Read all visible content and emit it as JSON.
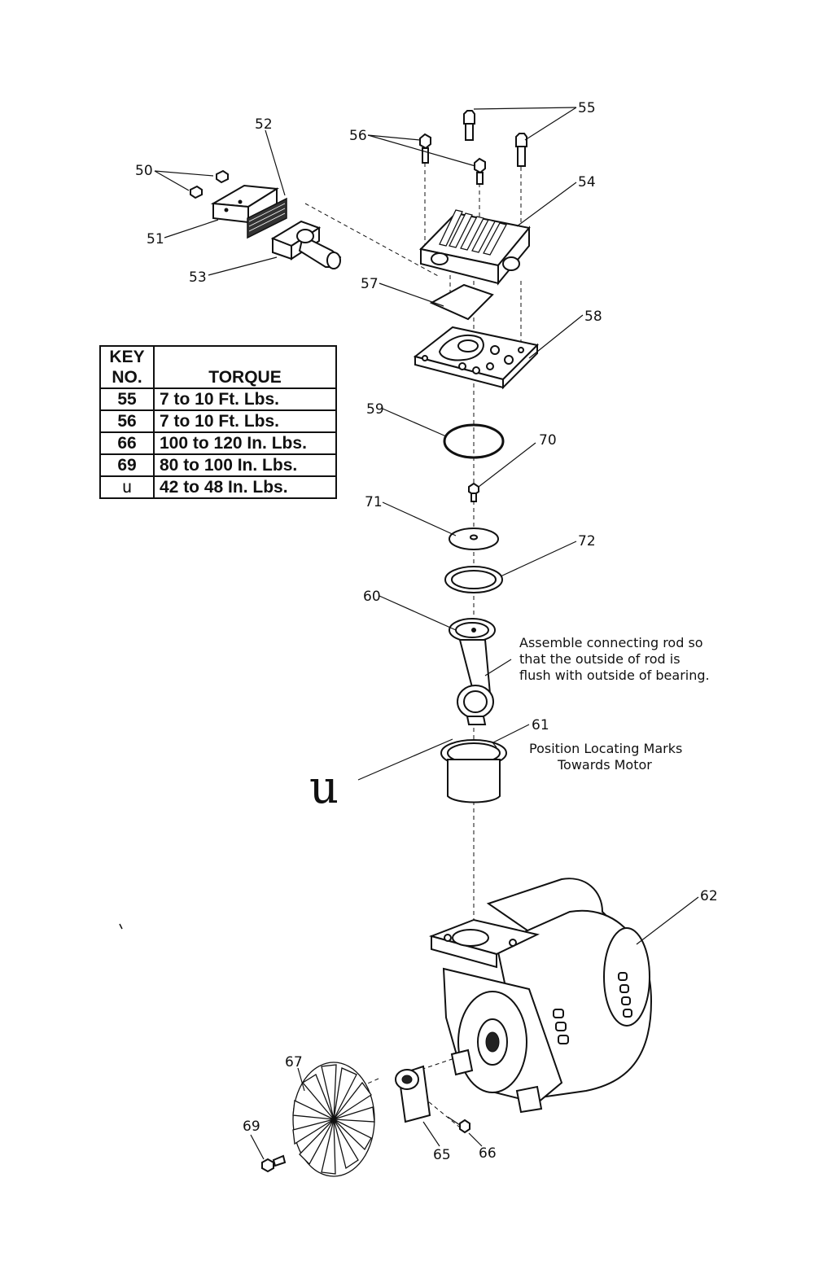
{
  "callouts": {
    "k50": "50",
    "k51": "51",
    "k52": "52",
    "k53": "53",
    "k54": "54",
    "k55": "55",
    "k56": "56",
    "k57": "57",
    "k58": "58",
    "k59": "59",
    "k60": "60",
    "k61": "61",
    "k62": "62",
    "k65": "65",
    "k66": "66",
    "k67": "67",
    "k69": "69",
    "k70": "70",
    "k71": "71",
    "k72": "72"
  },
  "torque_table": {
    "header_key_line1": "KEY",
    "header_key_line2": "NO.",
    "header_torque": "TORQUE",
    "rows": [
      {
        "key": "55",
        "torque": "7 to 10 Ft. Lbs."
      },
      {
        "key": "56",
        "torque": "7 to 10 Ft. Lbs."
      },
      {
        "key": "66",
        "torque": "100 to 120 In. Lbs."
      },
      {
        "key": "69",
        "torque": "80 to 100 In. Lbs."
      },
      {
        "key": "u",
        "torque": "42 to 48 In. Lbs."
      }
    ]
  },
  "notes": {
    "rod_line1": "Assemble connecting rod so",
    "rod_line2": "that the outside of rod is",
    "rod_line3": "flush with outside of bearing.",
    "marks_line1": "Position Locating Marks",
    "marks_line2": "Towards Motor",
    "big_symbol": "u"
  }
}
